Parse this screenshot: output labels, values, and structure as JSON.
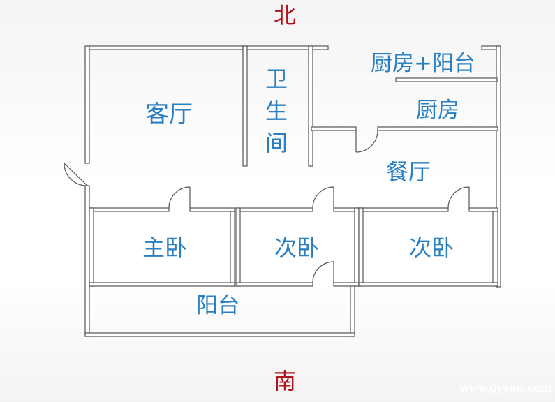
{
  "compass": {
    "north": "北",
    "south": "南"
  },
  "rooms": {
    "living_room": "客厅",
    "bathroom_1": "卫",
    "bathroom_2": "生",
    "bathroom_3": "间",
    "kitchen_balcony": "厨房+阳台",
    "kitchen": "厨房",
    "dining_room": "餐厅",
    "master_bedroom": "主卧",
    "second_bedroom_1": "次卧",
    "second_bedroom_2": "次卧",
    "balcony": "阳台"
  },
  "watermark": "www.gysou.com",
  "colors": {
    "label": "#2a7fc0",
    "compass": "#b2141c",
    "wall": "#555555"
  }
}
